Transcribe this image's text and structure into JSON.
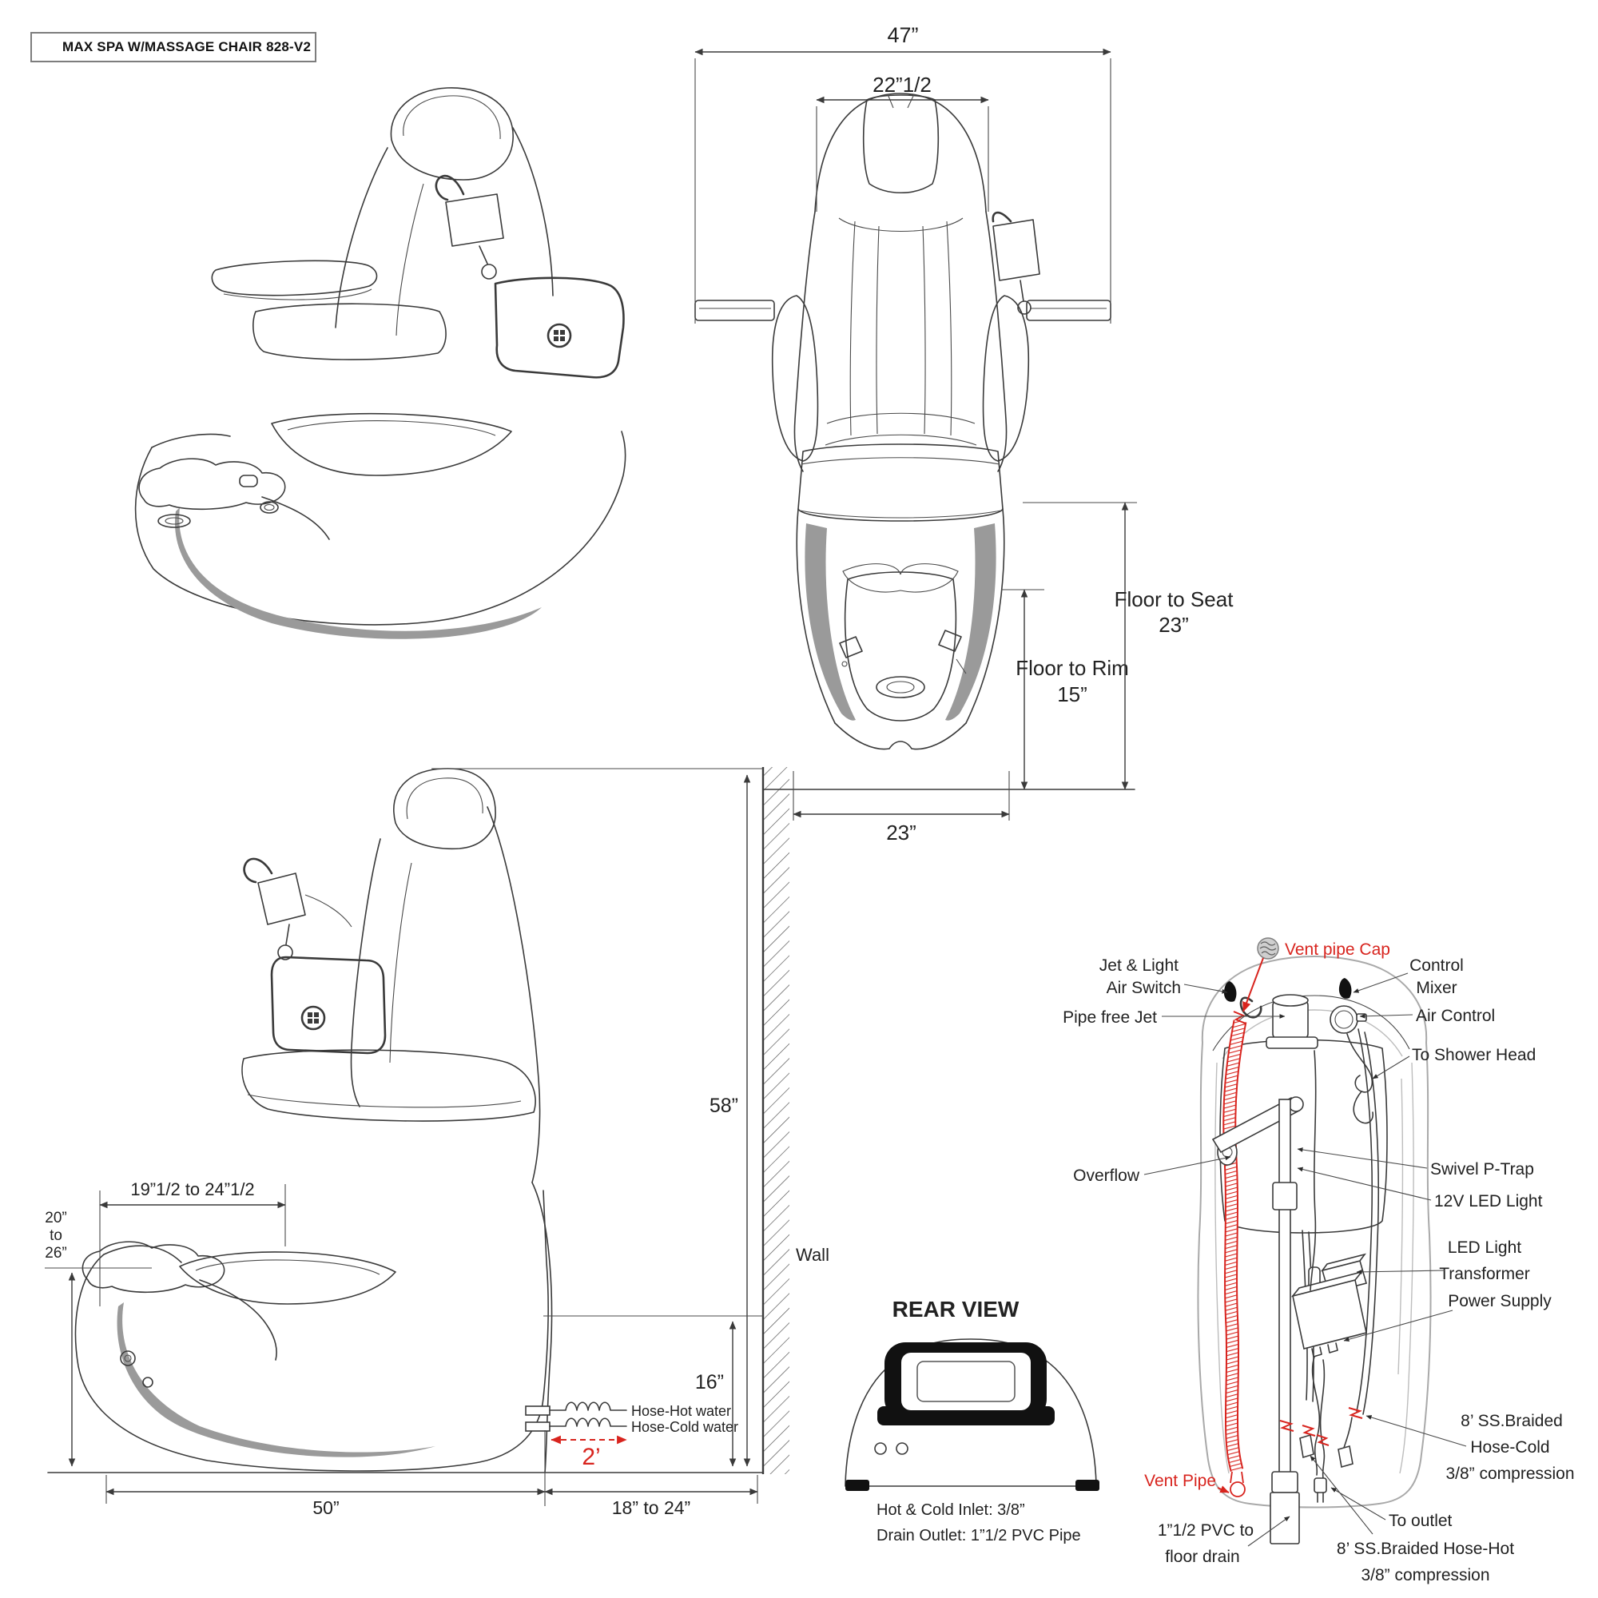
{
  "title": "MAX SPA  W/MASSAGE CHAIR 828-V2",
  "colors": {
    "line": "#3a3a3a",
    "accent_red": "#d8241e",
    "swoosh_gray": "#9a9a9a",
    "shell_gray": "#a9a9a9"
  },
  "front_view": {
    "width_overall": "47”",
    "width_back": "22”1/2",
    "width_base": "23”",
    "floor_to_seat": [
      "Floor to Seat",
      "23”"
    ],
    "floor_to_rim": [
      "Floor to Rim",
      "15”"
    ]
  },
  "side_view": {
    "footrest_travel": "19”1/2 to 24”1/2",
    "footrest_height": [
      "20”",
      "to",
      "26”"
    ],
    "overall_height": "58”",
    "rim_height": "16”",
    "wall": "Wall",
    "hose_hot": "Hose-Hot water",
    "hose_cold": "Hose-Cold water",
    "hose_slack": "2’",
    "base_length": "50”",
    "wall_distance": "18” to 24”"
  },
  "rear_view": {
    "title": "REAR VIEW",
    "notes": [
      "Hot & Cold Inlet: 3/8”",
      "Drain Outlet: 1”1/2 PVC Pipe"
    ]
  },
  "plumbing": {
    "vent_pipe_cap": "Vent pipe Cap",
    "jet_light_air_switch": [
      "Jet & Light",
      "Air Switch"
    ],
    "pipe_free_jet": "Pipe free Jet",
    "control_mixer": [
      "Control",
      "Mixer"
    ],
    "air_control": "Air Control",
    "to_shower_head": "To Shower Head",
    "overflow": "Overflow",
    "swivel_p_trap": "Swivel P-Trap",
    "led_light": "12V LED Light",
    "led_transformer": [
      "LED Light",
      "Transformer"
    ],
    "power_supply": "Power Supply",
    "vent_pipe": "Vent Pipe",
    "pvc_drain": [
      "1”1/2 PVC to",
      "floor drain"
    ],
    "hose_cold": [
      "8’ SS.Braided",
      "Hose-Cold",
      "3/8” compression"
    ],
    "to_outlet": "To outlet",
    "hose_hot": [
      "8’ SS.Braided Hose-Hot",
      "3/8” compression"
    ]
  }
}
